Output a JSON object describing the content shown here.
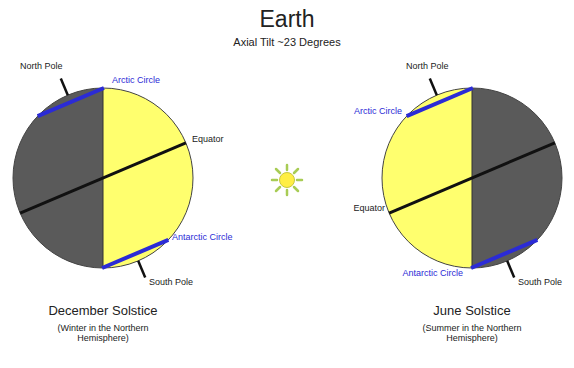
{
  "diagram": {
    "title": "Earth",
    "labels": [
      "Axial Tilt ~23 Degrees",
      "North Pole",
      "Arctic Circle",
      "Equator",
      "Antarctic Circle",
      "South Pole",
      "December Solstice",
      "(Winter in the Northern Hemisphere)",
      "North Pole",
      "Arctic Circle",
      "Equator",
      "Antarctic Circle",
      "South Pole",
      "June Solstice",
      "(Summer in the Northern Hemisphere)"
    ]
  }
}
